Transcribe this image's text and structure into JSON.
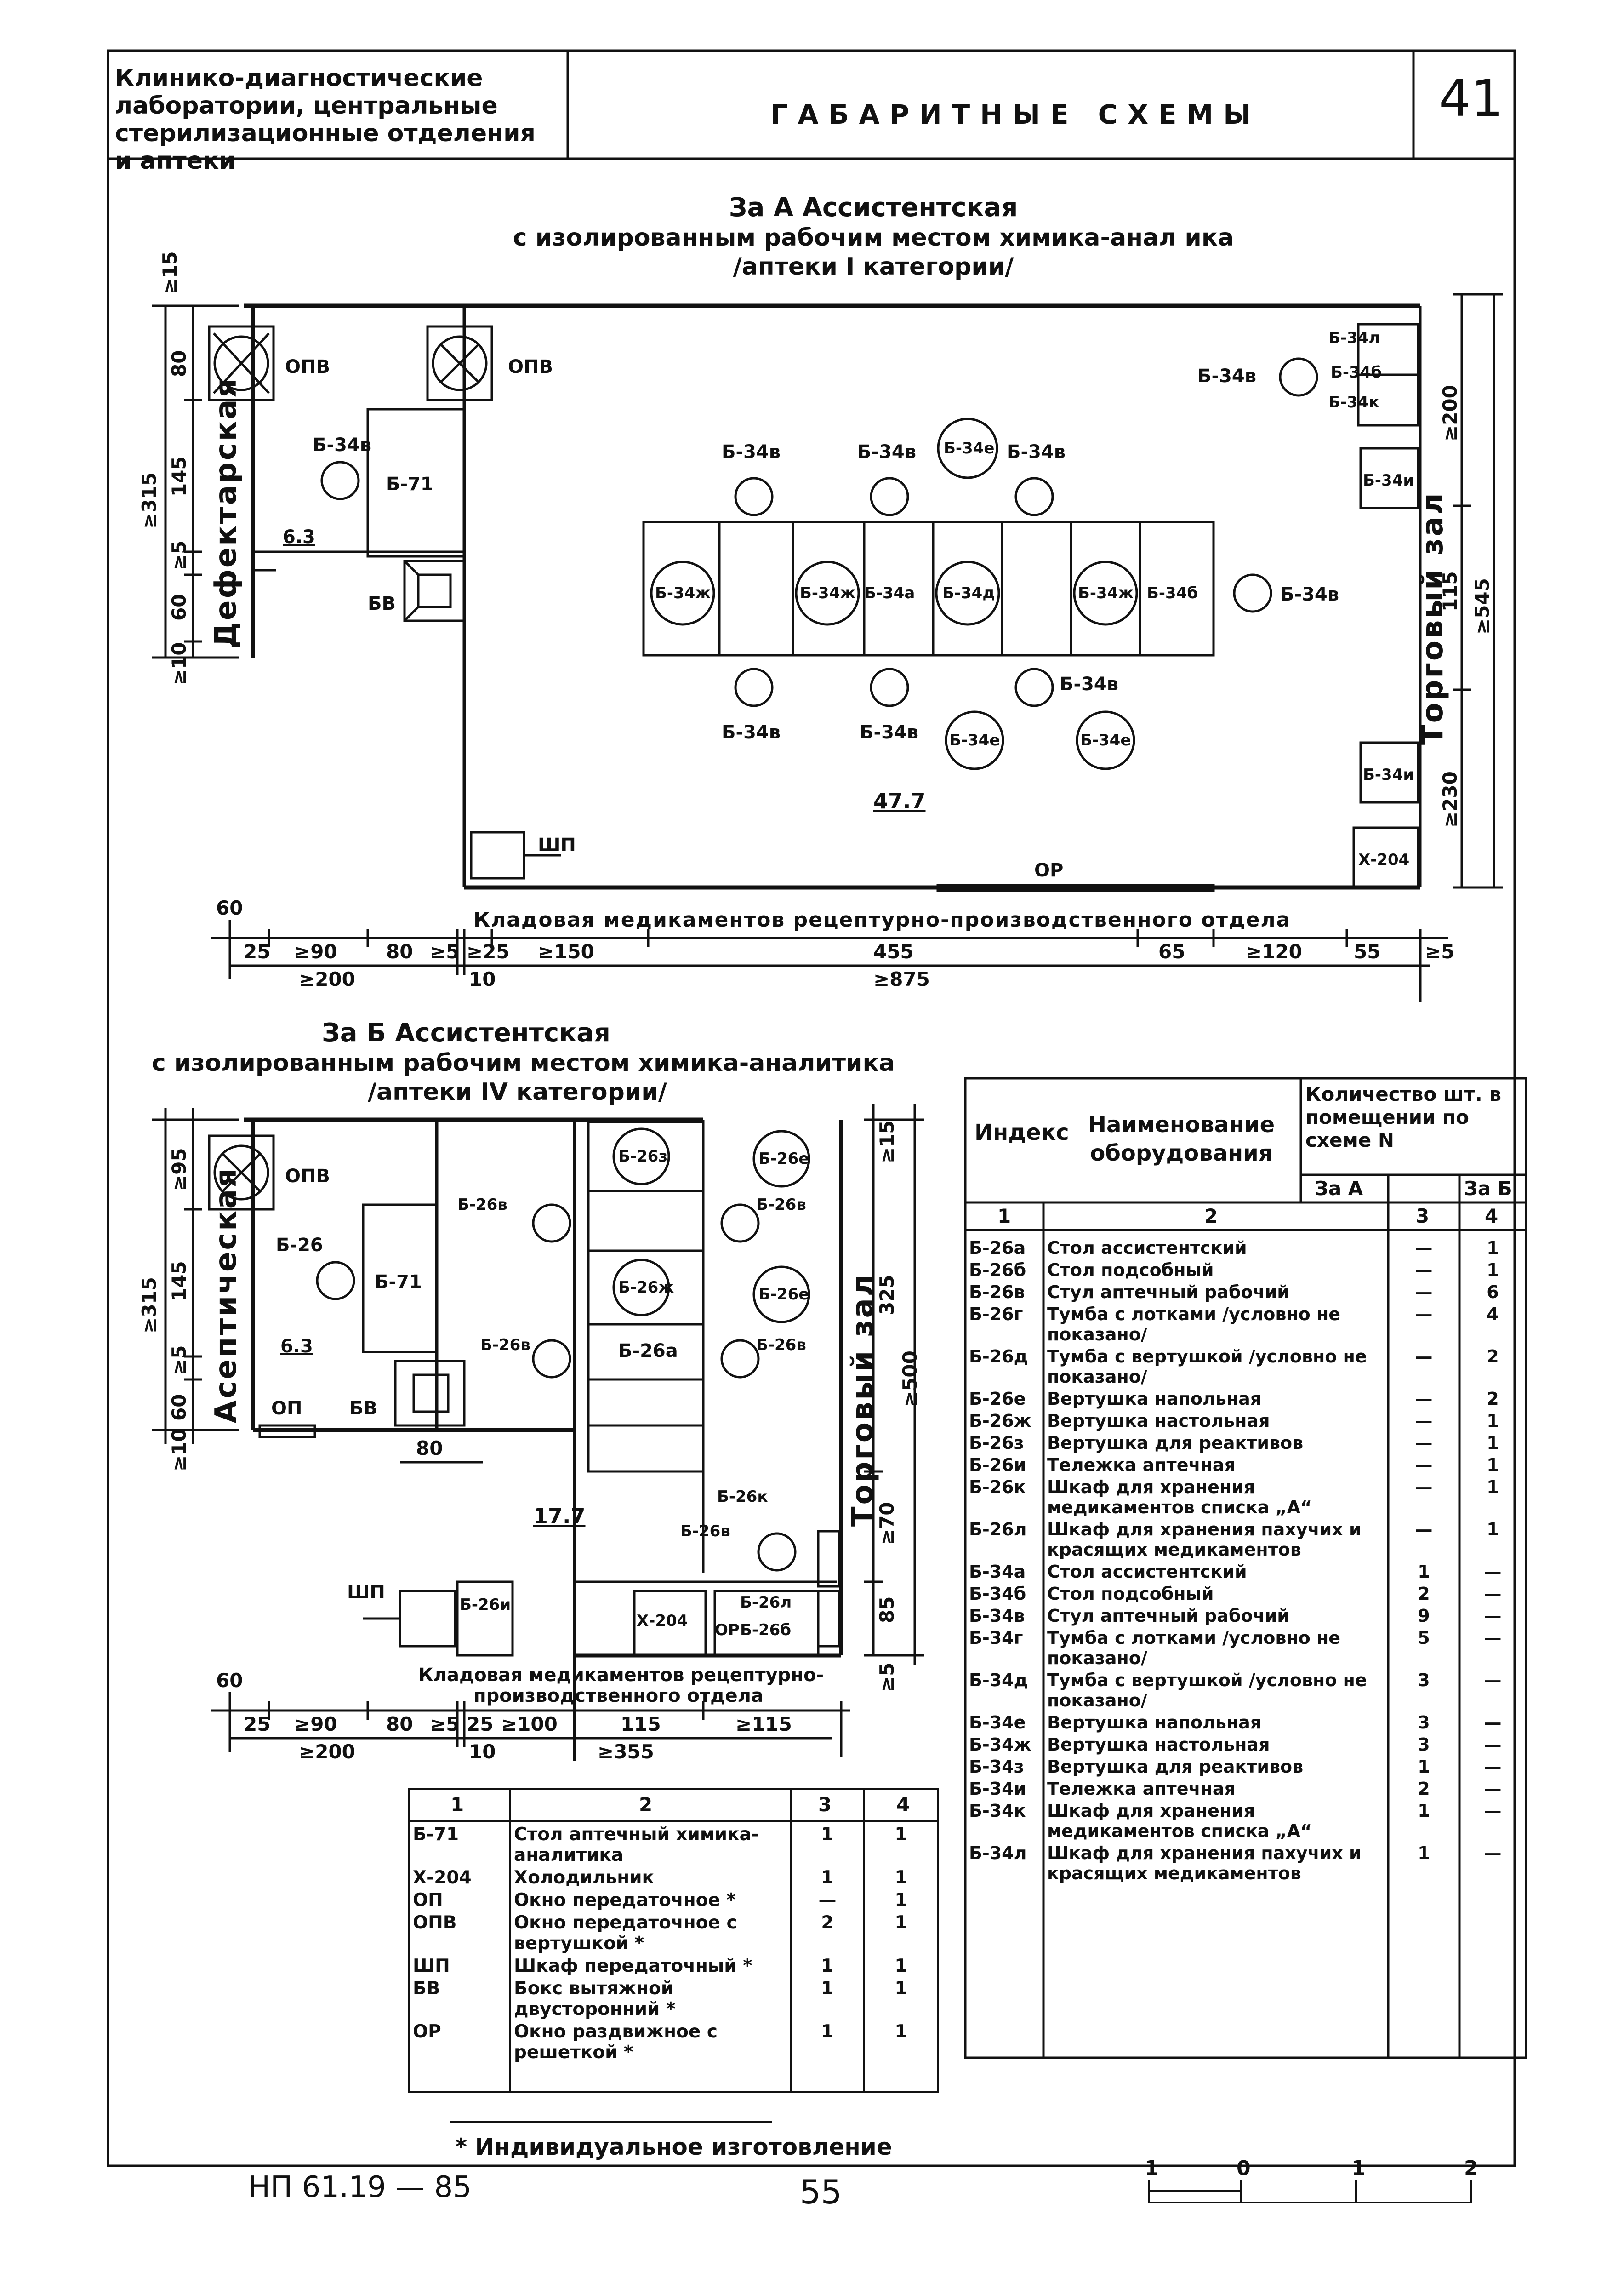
{
  "header": {
    "left": "Клинико-диагностические лаборатории, центральные стерилизационные отделения и аптеки",
    "middle": "ГАБАРИТНЫЕ СХЕМЫ",
    "page_number": "41"
  },
  "scheme_a": {
    "title": "За А Ассистентская",
    "subtitle1": "с изолированным рабочим местом химика-анал ика",
    "subtitle2": "/аптеки I категории/",
    "room_left": "Дефектарская",
    "room_right": "Торговый зал",
    "bottom_caption": "Кладовая медикаментов рецептурно-производственного отдела",
    "area": "47.7",
    "area_small": "6.3",
    "labels": {
      "opv": "ОПВ",
      "b34v": "Б-34в",
      "b71": "Б-71",
      "bv": "БВ",
      "b34zh": "Б-34ж",
      "b34a": "Б-34а",
      "b34d": "Б-34д",
      "b34b": "Б-34б",
      "b34e": "Б-34е",
      "b34l": "Б-34л",
      "b34b2": "Б-34б",
      "b34k": "Б-34к",
      "b34i": "Б-34и",
      "x204": "Х-204",
      "shp": "ШП",
      "op": "ОР"
    },
    "dims": {
      "d15": "≥15",
      "d80": "80",
      "d145": "145",
      "d5": "≥5",
      "d60": "60",
      "d10": "≥10",
      "d315": "≥315",
      "d200": "≥200",
      "d115": "115",
      "d230": "≥230",
      "d545": "≥545",
      "b60": "60",
      "b25": "25",
      "b90": "≥90",
      "b80": "80",
      "b5": "≥5",
      "b25b": "≥25",
      "b150": "≥150",
      "b455": "455",
      "b65": "65",
      "b120": "≥120",
      "b55": "55",
      "b5b": "≥5",
      "b200": "≥200",
      "b10": "10",
      "b875": "≥875"
    }
  },
  "scheme_b": {
    "title": "За Б Ассистентская",
    "subtitle1": "с изолированным рабочим местом химика-аналитика",
    "subtitle2": "/аптеки IV категории/",
    "room_left": "Асептическая",
    "room_right": "Торговый зал",
    "bottom_caption1": "Кладовая медикаментов рецептурно-",
    "bottom_caption2": "производственного отдела",
    "area": "17.7",
    "area_small": "6.3",
    "labels": {
      "opv": "ОПВ",
      "b26": "Б-26",
      "b71": "Б-71",
      "op": "ОП",
      "bv": "БВ",
      "b26v": "Б-26в",
      "b26z": "Б-26з",
      "b26e": "Б-26е",
      "b26zh": "Б-26ж",
      "b26a": "Б-26а",
      "b26k": "Б-26к",
      "b26l": "Б-26л",
      "b26b": "Б-26б",
      "b26i": "Б-26и",
      "x204": "Х-204",
      "or": "ОР",
      "shp": "ШП"
    },
    "dims": {
      "d95": "≥95",
      "d145": "145",
      "d5": "≥5",
      "d60": "60",
      "d10": "≥10",
      "d315": "≥315",
      "d80": "80",
      "d15": "≥15",
      "d325": "325",
      "d70": "≥70",
      "d85": "85",
      "d5r": "≥5",
      "d500": "≥500",
      "b60": "60",
      "b25": "25",
      "b90": "≥90",
      "b80": "80",
      "b5": "≥5",
      "b25b": "25",
      "b100": "≥100",
      "b115": "115",
      "b115b": "≥115",
      "b200": "≥200",
      "b10": "10",
      "b355": "≥355"
    }
  },
  "main_table": {
    "head": {
      "index": "Индекс",
      "name": "Наименование оборудования",
      "qty": "Количество шт. в помещении по схеме N",
      "qa": "За А",
      "qb": "За Б",
      "c1": "1",
      "c2": "2",
      "c3": "3",
      "c4": "4"
    },
    "rows": [
      [
        "Б-26а",
        "Стол ассистентский",
        "—",
        "1"
      ],
      [
        "Б-26б",
        "Стол подсобный",
        "—",
        "1"
      ],
      [
        "Б-26в",
        "Стул аптечный рабочий",
        "—",
        "6"
      ],
      [
        "Б-26г",
        "Тумба с лотками /условно не показано/",
        "—",
        "4"
      ],
      [
        "Б-26д",
        "Тумба с вертушкой /условно не показано/",
        "—",
        "2"
      ],
      [
        "Б-26е",
        "Вертушка напольная",
        "—",
        "2"
      ],
      [
        "Б-26ж",
        "Вертушка настольная",
        "—",
        "1"
      ],
      [
        "Б-26з",
        "Вертушка для реактивов",
        "—",
        "1"
      ],
      [
        "Б-26и",
        "Тележка аптечная",
        "—",
        "1"
      ],
      [
        "Б-26к",
        "Шкаф для хранения медикаментов списка „А“",
        "—",
        "1"
      ],
      [
        "Б-26л",
        "Шкаф для хранения пахучих и красящих медикаментов",
        "—",
        "1"
      ],
      [
        "Б-34а",
        "Стол ассистентский",
        "1",
        "—"
      ],
      [
        "Б-34б",
        "Стол подсобный",
        "2",
        "—"
      ],
      [
        "Б-34в",
        "Стул аптечный рабочий",
        "9",
        "—"
      ],
      [
        "Б-34г",
        "Тумба с лотками /условно не показано/",
        "5",
        "—"
      ],
      [
        "Б-34д",
        "Тумба с вертушкой /условно не показано/",
        "3",
        "—"
      ],
      [
        "Б-34е",
        "Вертушка напольная",
        "3",
        "—"
      ],
      [
        "Б-34ж",
        "Вертушка настольная",
        "3",
        "—"
      ],
      [
        "Б-34з",
        "Вертушка для реактивов",
        "1",
        "—"
      ],
      [
        "Б-34и",
        "Тележка аптечная",
        "2",
        "—"
      ],
      [
        "Б-34к",
        "Шкаф для хранения медикаментов списка „А“",
        "1",
        "—"
      ],
      [
        "Б-34л",
        "Шкаф для хранения пахучих и красящих медикаментов",
        "1",
        "—"
      ]
    ]
  },
  "small_table": {
    "head": {
      "c1": "1",
      "c2": "2",
      "c3": "3",
      "c4": "4"
    },
    "rows": [
      [
        "Б-71",
        "Стол аптечный химика-аналитика",
        "1",
        "1"
      ],
      [
        "Х-204",
        "Холодильник",
        "1",
        "1"
      ],
      [
        "ОП",
        "Окно передаточное *",
        "—",
        "1"
      ],
      [
        "ОПВ",
        "Окно передаточное с вертушкой *",
        "2",
        "1"
      ],
      [
        "ШП",
        "Шкаф передаточный *",
        "1",
        "1"
      ],
      [
        "БВ",
        "Бокс вытяжной двусторонний *",
        "1",
        "1"
      ],
      [
        "ОР",
        "Окно раздвижное с решеткой *",
        "1",
        "1"
      ]
    ]
  },
  "footer": {
    "note": "* Индивидуальное изготовление",
    "code": "НП 61.19 — 85",
    "page": "55",
    "scale": [
      "1",
      "0",
      "1",
      "2"
    ]
  }
}
